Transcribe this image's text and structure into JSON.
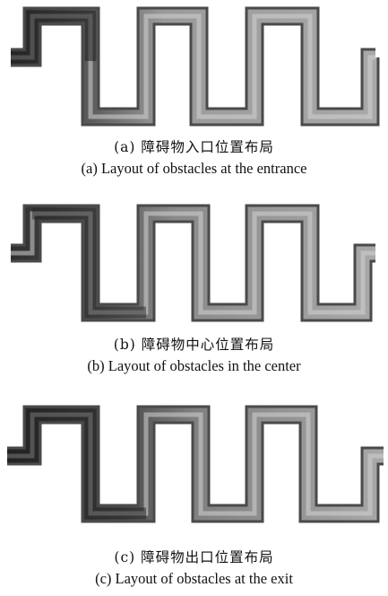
{
  "figures": [
    {
      "id": "a",
      "caption_zh": "(a) 障碍物入口位置布局",
      "caption_en": "(a) Layout of obstacles at the entrance"
    },
    {
      "id": "b",
      "caption_zh": "(b) 障碍物中心位置布局",
      "caption_en": "(b) Layout of obstacles in the center"
    },
    {
      "id": "c",
      "caption_zh": "(c) 障碍物出口位置布局",
      "caption_en": "(c) Layout of obstacles at the exit"
    }
  ],
  "colors": {
    "wall": "#2a2a2a",
    "fluid_light": "#d0d0d0",
    "fluid_mid": "#a4a4a4",
    "fluid_dark": "#3a3a3a",
    "edge": "#5a5a5a"
  }
}
